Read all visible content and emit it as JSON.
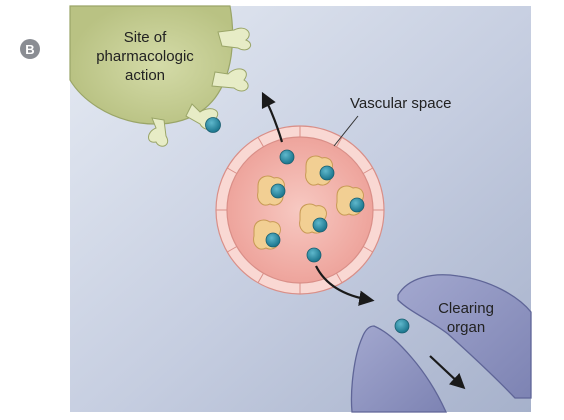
{
  "panel_label": "B",
  "labels": {
    "site_line1": "Site of",
    "site_line2": "pharmacologic",
    "site_line3": "action",
    "vascular": "Vascular space",
    "clearing_line1": "Clearing",
    "clearing_line2": "organ"
  },
  "colors": {
    "background_top": "#d9e0ec",
    "background_bottom": "#a9b4cd",
    "site_cell": "#c4cc93",
    "vessel": "#f1b3ac",
    "protein": "#f2cf93",
    "drug": "#2f8fa6",
    "clearing_organ": "#8a90bd"
  },
  "icons": [
    "receptor-icon",
    "drug-molecule-icon",
    "binding-protein-icon",
    "arrow-icon"
  ]
}
